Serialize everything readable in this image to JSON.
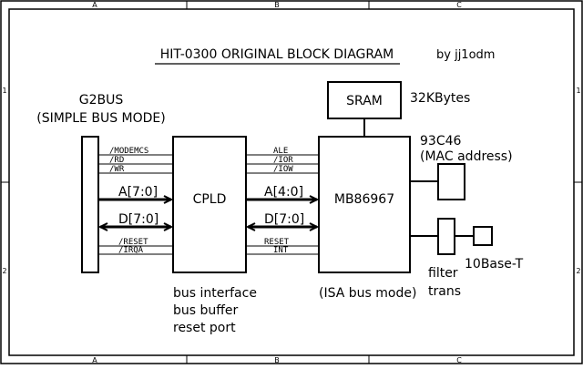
{
  "frame": {
    "top_zones": [
      "A",
      "B",
      "C"
    ],
    "bottom_zones": [
      "A",
      "B",
      "C"
    ],
    "left_rows": [
      "1",
      "2"
    ],
    "right_rows": [
      "1",
      "2"
    ]
  },
  "title": "HIT-0300 ORIGINAL BLOCK DIAGRAM",
  "author": "by jj1odm",
  "g2bus": {
    "label_line1": "G2BUS",
    "label_line2": "(SIMPLE BUS MODE)"
  },
  "cpld": {
    "label": "CPLD",
    "desc_line1": "bus interface",
    "desc_line2": "bus buffer",
    "desc_line3": "reset port"
  },
  "sram": {
    "label": "SRAM",
    "size": "32KBytes"
  },
  "mb86967": {
    "label": "MB86967",
    "mode": "(ISA bus mode)"
  },
  "eeprom": {
    "label_line1": "93C46",
    "label_line2": "(MAC address)"
  },
  "filter": {
    "label_line1": "filter",
    "label_line2": "trans"
  },
  "connector": {
    "label": "10Base-T"
  },
  "left_bus": {
    "sig_modemcs": "/MODEMCS",
    "sig_rd": "/RD",
    "sig_wr": "/WR",
    "addr": "A[7:0]",
    "data": "D[7:0]",
    "sig_reset": "/RESET",
    "sig_irqa": "/IRQA"
  },
  "right_bus": {
    "sig_ale": "ALE",
    "sig_ior": "/IOR",
    "sig_iow": "/IOW",
    "addr": "A[4:0]",
    "data": "D[7:0]",
    "sig_reset": "RESET",
    "sig_int": "INT"
  }
}
